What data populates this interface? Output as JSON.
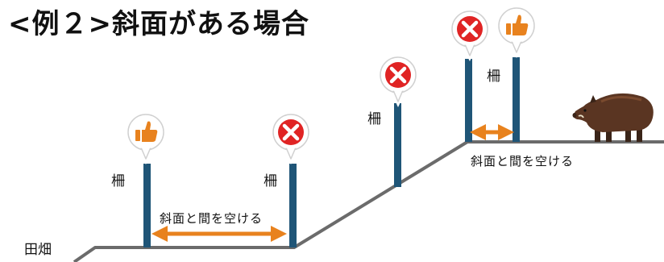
{
  "title": "<例２>斜面がある場合",
  "labels": {
    "field": "田畑",
    "fence": "柵",
    "gap_text": "斜面と間を空ける"
  },
  "icons": {
    "good": "thumbs-up-icon",
    "bad": "cross-mark-icon",
    "animal": "wild-boar-icon"
  },
  "colors": {
    "fence": "#1f5577",
    "arrow": "#e8821e",
    "ground": "#6b6b6b",
    "bad": "#e02424",
    "good": "#e8821e"
  }
}
